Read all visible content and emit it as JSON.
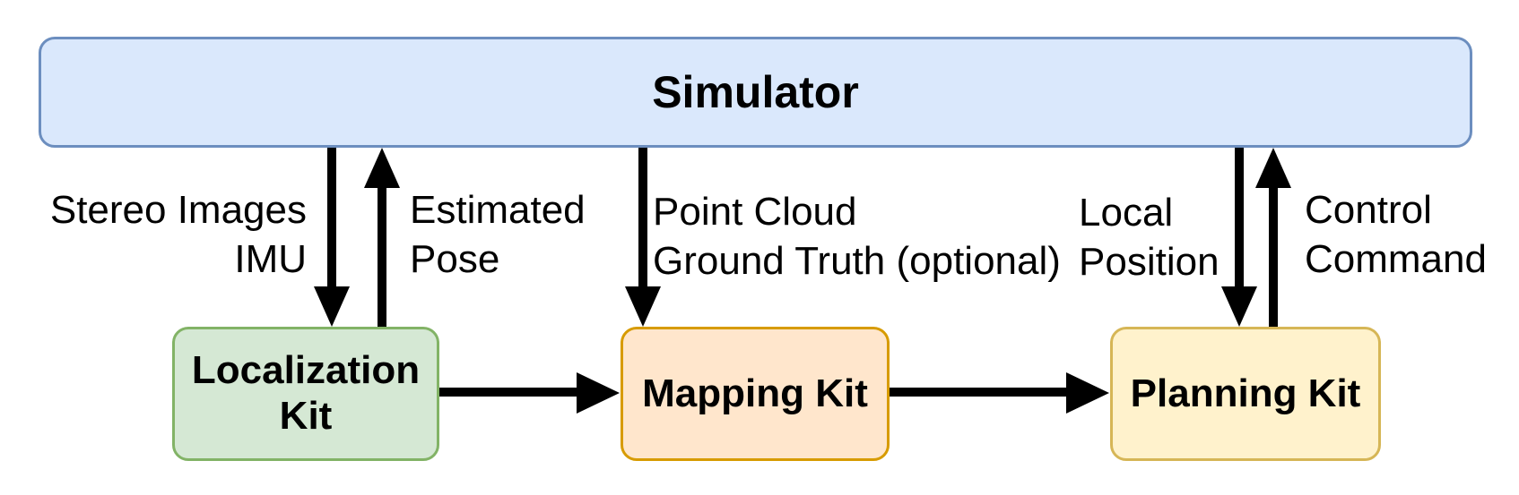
{
  "diagram": {
    "title_node": {
      "label": "Simulator",
      "fill": "#dae8fc",
      "stroke": "#6c8ebf"
    },
    "nodes": {
      "localization": {
        "label": "Localization Kit",
        "fill": "#d5e8d4",
        "stroke": "#82b366"
      },
      "mapping": {
        "label": "Mapping Kit",
        "fill": "#ffe6cc",
        "stroke": "#d79b00"
      },
      "planning": {
        "label": "Planning Kit",
        "fill": "#fff2cc",
        "stroke": "#d6b656"
      }
    },
    "edge_labels": {
      "stereo_imu": "Stereo Images\nIMU",
      "estimated_pose": "Estimated\nPose",
      "point_cloud": "Point Cloud\nGround Truth (optional)",
      "local_position": "Local\nPosition",
      "control_command": "Control\nCommand"
    },
    "arrow_color": "#000000",
    "text_color": "#000000",
    "background": "#ffffff"
  }
}
